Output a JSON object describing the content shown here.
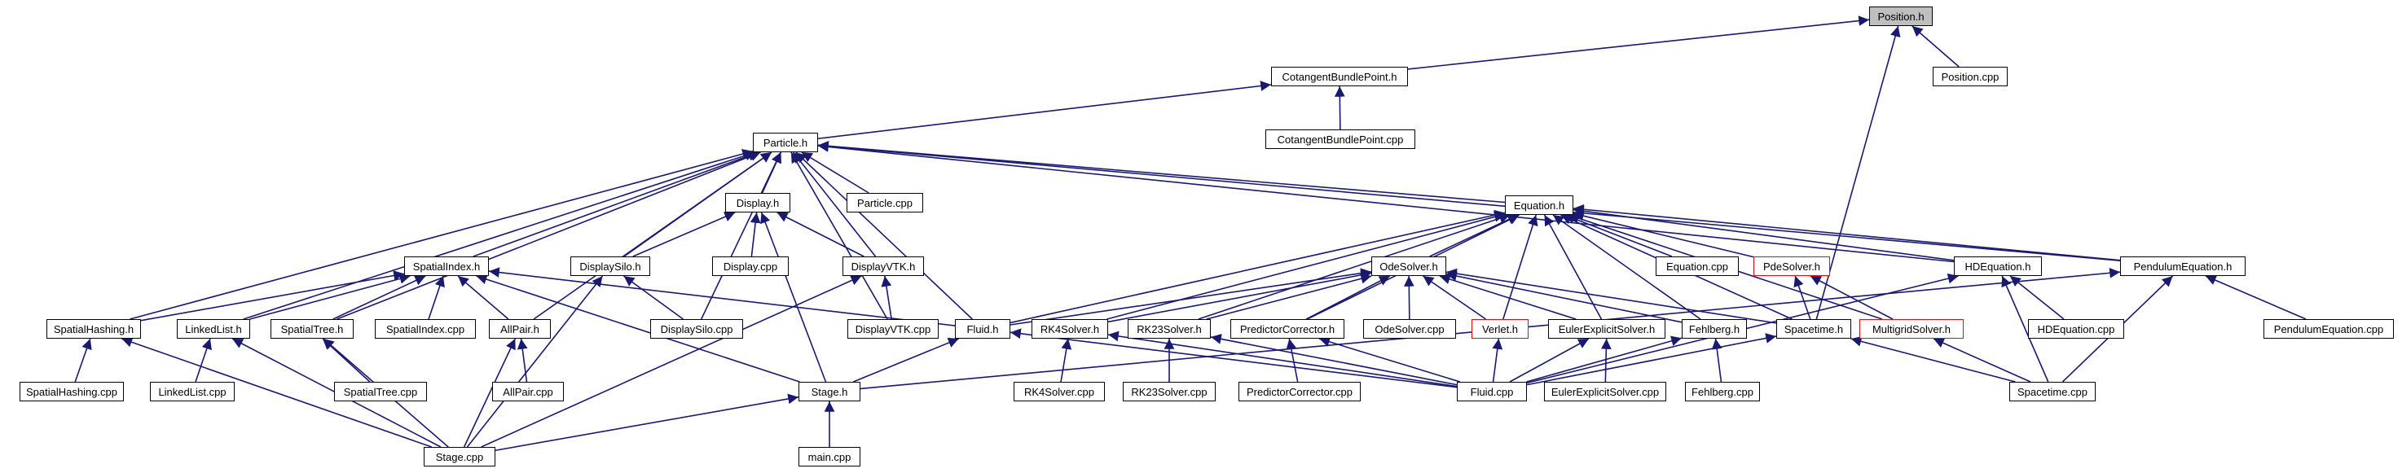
{
  "colors": {
    "edge": "#191970",
    "node_border": "#000000",
    "highlight_border": "#ff0000",
    "root_fill": "#bfbfbf",
    "background": "#ffffff"
  },
  "nodes": {
    "position_h": "Position.h",
    "position_cpp": "Position.cpp",
    "cotangent_h": "CotangentBundlePoint.h",
    "cotangent_cpp": "CotangentBundlePoint.cpp",
    "particle_h": "Particle.h",
    "particle_cpp": "Particle.cpp",
    "display_h": "Display.h",
    "display_cpp": "Display.cpp",
    "equation_h": "Equation.h",
    "equation_cpp": "Equation.cpp",
    "spatialindex_h": "SpatialIndex.h",
    "spatialindex_cpp": "SpatialIndex.cpp",
    "displaysilo_h": "DisplaySilo.h",
    "displaysilo_cpp": "DisplaySilo.cpp",
    "displayvtk_h": "DisplayVTK.h",
    "displayvtk_cpp": "DisplayVTK.cpp",
    "odesolver_h": "OdeSolver.h",
    "odesolver_cpp": "OdeSolver.cpp",
    "pdesolver_h": "PdeSolver.h",
    "hdequation_h": "HDEquation.h",
    "hdequation_cpp": "HDEquation.cpp",
    "pendulum_h": "PendulumEquation.h",
    "pendulum_cpp": "PendulumEquation.cpp",
    "spatialhashing_h": "SpatialHashing.h",
    "spatialhashing_cpp": "SpatialHashing.cpp",
    "linkedlist_h": "LinkedList.h",
    "linkedlist_cpp": "LinkedList.cpp",
    "spatialtree_h": "SpatialTree.h",
    "spatialtree_cpp": "SpatialTree.cpp",
    "allpair_h": "AllPair.h",
    "allpair_cpp": "AllPair.cpp",
    "fluid_h": "Fluid.h",
    "fluid_cpp": "Fluid.cpp",
    "rk4_h": "RK4Solver.h",
    "rk4_cpp": "RK4Solver.cpp",
    "rk23_h": "RK23Solver.h",
    "rk23_cpp": "RK23Solver.cpp",
    "predictor_h": "PredictorCorrector.h",
    "predictor_cpp": "PredictorCorrector.cpp",
    "verlet_h": "Verlet.h",
    "euler_h": "EulerExplicitSolver.h",
    "euler_cpp": "EulerExplicitSolver.cpp",
    "fehlberg_h": "Fehlberg.h",
    "fehlberg_cpp": "Fehlberg.cpp",
    "spacetime_h": "Spacetime.h",
    "spacetime_cpp": "Spacetime.cpp",
    "multigrid_h": "MultigridSolver.h",
    "stage_h": "Stage.h",
    "stage_cpp": "Stage.cpp",
    "main_cpp": "main.cpp"
  },
  "edges": [
    [
      "position_h",
      "cotangent_h"
    ],
    [
      "position_h",
      "position_cpp"
    ],
    [
      "position_h",
      "spacetime_h"
    ],
    [
      "cotangent_h",
      "particle_h"
    ],
    [
      "cotangent_h",
      "cotangent_cpp"
    ],
    [
      "particle_h",
      "display_h"
    ],
    [
      "particle_h",
      "particle_cpp"
    ],
    [
      "particle_h",
      "spatialindex_h"
    ],
    [
      "particle_h",
      "displaysilo_h"
    ],
    [
      "particle_h",
      "displayvtk_h"
    ],
    [
      "particle_h",
      "spatialhashing_h"
    ],
    [
      "particle_h",
      "linkedlist_h"
    ],
    [
      "particle_h",
      "spatialtree_h"
    ],
    [
      "particle_h",
      "allpair_h"
    ],
    [
      "particle_h",
      "fluid_h"
    ],
    [
      "particle_h",
      "displaysilo_cpp"
    ],
    [
      "particle_h",
      "displayvtk_cpp"
    ],
    [
      "particle_h",
      "equation_h"
    ],
    [
      "particle_h",
      "hdequation_h"
    ],
    [
      "particle_h",
      "pendulum_h"
    ],
    [
      "display_h",
      "display_cpp"
    ],
    [
      "display_h",
      "displaysilo_h"
    ],
    [
      "display_h",
      "displayvtk_h"
    ],
    [
      "display_h",
      "stage_h"
    ],
    [
      "equation_h",
      "equation_cpp"
    ],
    [
      "equation_h",
      "odesolver_h"
    ],
    [
      "equation_h",
      "pdesolver_h"
    ],
    [
      "equation_h",
      "hdequation_h"
    ],
    [
      "equation_h",
      "pendulum_h"
    ],
    [
      "equation_h",
      "fluid_h"
    ],
    [
      "equation_h",
      "rk4_h"
    ],
    [
      "equation_h",
      "rk23_h"
    ],
    [
      "equation_h",
      "predictor_h"
    ],
    [
      "equation_h",
      "verlet_h"
    ],
    [
      "equation_h",
      "euler_h"
    ],
    [
      "equation_h",
      "fehlberg_h"
    ],
    [
      "equation_h",
      "spacetime_h"
    ],
    [
      "equation_h",
      "multigrid_h"
    ],
    [
      "spatialindex_h",
      "spatialhashing_h"
    ],
    [
      "spatialindex_h",
      "linkedlist_h"
    ],
    [
      "spatialindex_h",
      "spatialtree_h"
    ],
    [
      "spatialindex_h",
      "spatialindex_cpp"
    ],
    [
      "spatialindex_h",
      "allpair_h"
    ],
    [
      "spatialindex_h",
      "stage_h"
    ],
    [
      "spatialindex_h",
      "fluid_h"
    ],
    [
      "displaysilo_h",
      "displaysilo_cpp"
    ],
    [
      "displaysilo_h",
      "stage_cpp"
    ],
    [
      "displayvtk_h",
      "displayvtk_cpp"
    ],
    [
      "displayvtk_h",
      "stage_cpp"
    ],
    [
      "odesolver_h",
      "odesolver_cpp"
    ],
    [
      "odesolver_h",
      "fluid_h"
    ],
    [
      "odesolver_h",
      "rk4_h"
    ],
    [
      "odesolver_h",
      "rk23_h"
    ],
    [
      "odesolver_h",
      "predictor_h"
    ],
    [
      "odesolver_h",
      "verlet_h"
    ],
    [
      "odesolver_h",
      "euler_h"
    ],
    [
      "odesolver_h",
      "fehlberg_h"
    ],
    [
      "odesolver_h",
      "spacetime_h"
    ],
    [
      "pdesolver_h",
      "spacetime_h"
    ],
    [
      "pdesolver_h",
      "multigrid_h"
    ],
    [
      "hdequation_h",
      "hdequation_cpp"
    ],
    [
      "hdequation_h",
      "fluid_cpp"
    ],
    [
      "hdequation_h",
      "spacetime_cpp"
    ],
    [
      "pendulum_h",
      "pendulum_cpp"
    ],
    [
      "pendulum_h",
      "spacetime_cpp"
    ],
    [
      "pendulum_h",
      "stage_h"
    ],
    [
      "spatialhashing_h",
      "spatialhashing_cpp"
    ],
    [
      "spatialhashing_h",
      "stage_cpp"
    ],
    [
      "linkedlist_h",
      "linkedlist_cpp"
    ],
    [
      "linkedlist_h",
      "stage_cpp"
    ],
    [
      "spatialtree_h",
      "spatialtree_cpp"
    ],
    [
      "spatialtree_h",
      "stage_cpp"
    ],
    [
      "allpair_h",
      "allpair_cpp"
    ],
    [
      "allpair_h",
      "stage_cpp"
    ],
    [
      "fluid_h",
      "stage_h"
    ],
    [
      "fluid_h",
      "fluid_cpp"
    ],
    [
      "rk4_h",
      "rk4_cpp"
    ],
    [
      "rk4_h",
      "fluid_cpp"
    ],
    [
      "rk23_h",
      "rk23_cpp"
    ],
    [
      "rk23_h",
      "fluid_cpp"
    ],
    [
      "predictor_h",
      "predictor_cpp"
    ],
    [
      "predictor_h",
      "fluid_cpp"
    ],
    [
      "verlet_h",
      "fluid_cpp"
    ],
    [
      "euler_h",
      "euler_cpp"
    ],
    [
      "euler_h",
      "fluid_cpp"
    ],
    [
      "fehlberg_h",
      "fehlberg_cpp"
    ],
    [
      "fehlberg_h",
      "fluid_cpp"
    ],
    [
      "spacetime_h",
      "fluid_cpp"
    ],
    [
      "spacetime_h",
      "spacetime_cpp"
    ],
    [
      "multigrid_h",
      "spacetime_cpp"
    ],
    [
      "stage_h",
      "stage_cpp"
    ],
    [
      "stage_h",
      "main_cpp"
    ]
  ]
}
